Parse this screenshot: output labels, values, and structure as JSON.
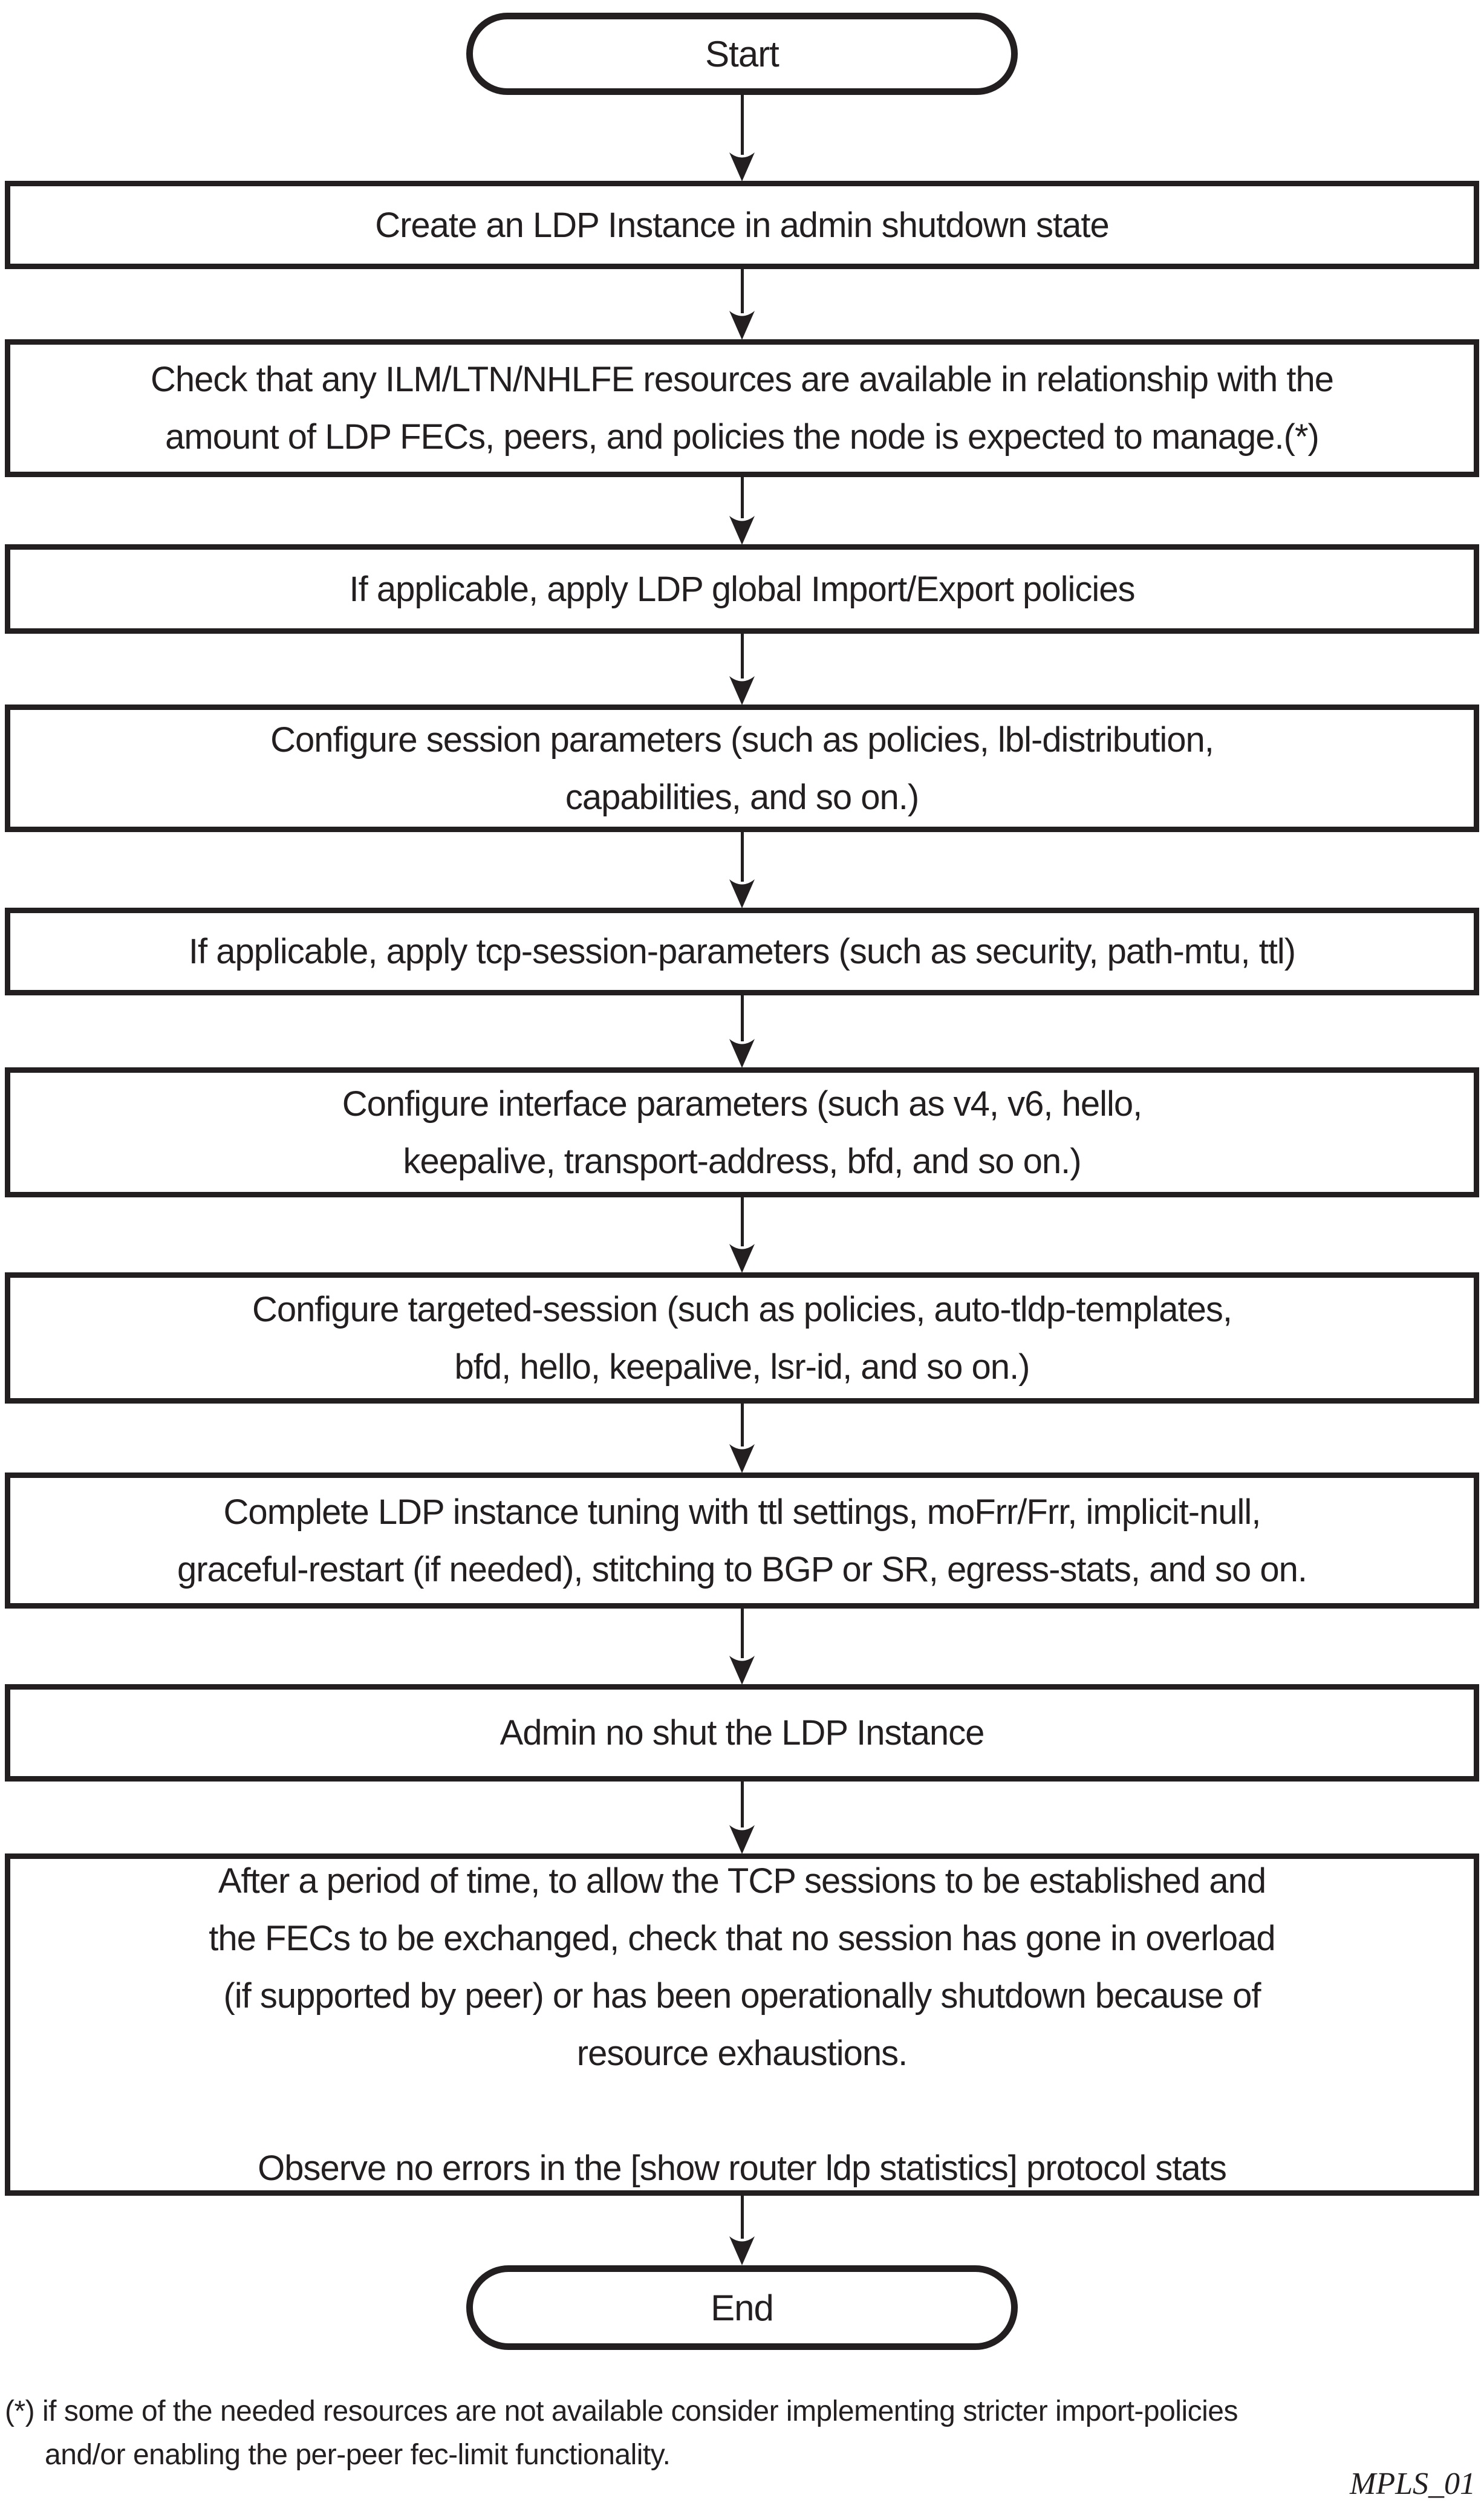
{
  "figure": {
    "stroke_color": "#231f20",
    "background_color": "#ffffff",
    "figure_id": "MPLS_01"
  },
  "flow": {
    "start": {
      "label": "Start"
    },
    "end": {
      "label": "End"
    },
    "steps": [
      {
        "lines": [
          "Create an LDP Instance in admin shutdown state"
        ]
      },
      {
        "lines": [
          "Check that any ILM/LTN/NHLFE resources are available in relationship with the",
          "amount of LDP FECs, peers, and policies the node is expected to manage.(*)"
        ]
      },
      {
        "lines": [
          "If applicable, apply LDP global Import/Export policies"
        ]
      },
      {
        "lines": [
          "Configure session parameters (such as policies, lbl-distribution,",
          "capabilities, and so on.)"
        ]
      },
      {
        "lines": [
          "If applicable, apply tcp-session-parameters (such as security, path-mtu, ttl)"
        ]
      },
      {
        "lines": [
          "Configure interface parameters (such as v4, v6, hello,",
          "keepalive, transport-address, bfd, and so on.)"
        ]
      },
      {
        "lines": [
          "Configure targeted-session (such as policies, auto-tldp-templates,",
          "bfd, hello, keepalive, lsr-id, and so on.)"
        ]
      },
      {
        "lines": [
          "Complete LDP instance tuning with ttl settings, moFrr/Frr, implicit-null,",
          "graceful-restart (if needed), stitching to BGP or SR, egress-stats, and so on."
        ]
      },
      {
        "lines": [
          "Admin no shut the LDP Instance"
        ]
      },
      {
        "lines": [
          "After a period of time, to allow the TCP sessions to be established and",
          "the FECs to be exchanged, check that no session has gone in overload",
          "(if supported by peer) or has been operationally shutdown because of",
          "resource exhaustions.",
          "",
          "Observe no errors in the [show router ldp statistics] protocol stats"
        ]
      }
    ],
    "footnote": {
      "line1": "(*) if some of the needed resources are not available consider implementing stricter import-policies",
      "line2": "and/or enabling the per-peer fec-limit functionality."
    }
  }
}
